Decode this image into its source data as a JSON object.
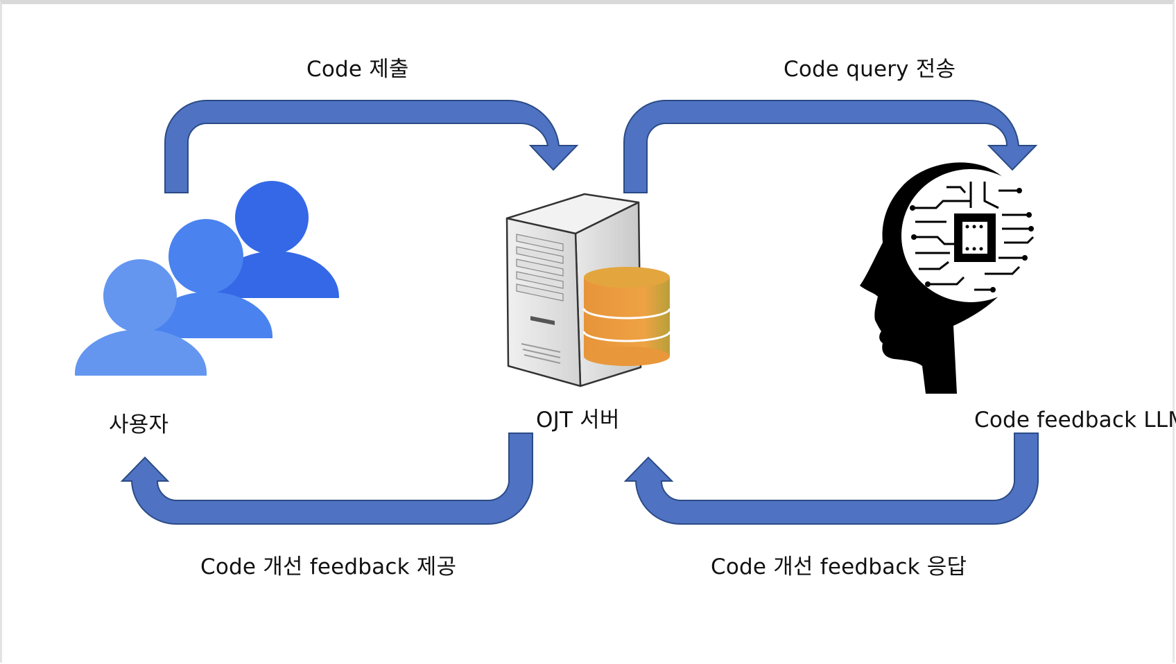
{
  "labels": {
    "submit": "Code 제출",
    "query": "Code query 전송",
    "user": "사용자",
    "server": "OJT 서버",
    "llm": "Code feedback LLM",
    "provide": "Code 개선 feedback 제공",
    "respond": "Code 개선 feedback 응답"
  },
  "colors": {
    "arrow_fill": "#4f73c2",
    "arrow_stroke": "#2b4a86",
    "user_front": "#6496f0",
    "user_middle": "#4a82ef",
    "user_back": "#3468e6",
    "db_orange": "#e8983a",
    "db_top": "#e3a63e",
    "server_body": "#dedede",
    "head": "#000000"
  },
  "icons": {
    "user": "users-group-icon",
    "server": "server-database-icon",
    "llm": "ai-brain-head-icon"
  }
}
